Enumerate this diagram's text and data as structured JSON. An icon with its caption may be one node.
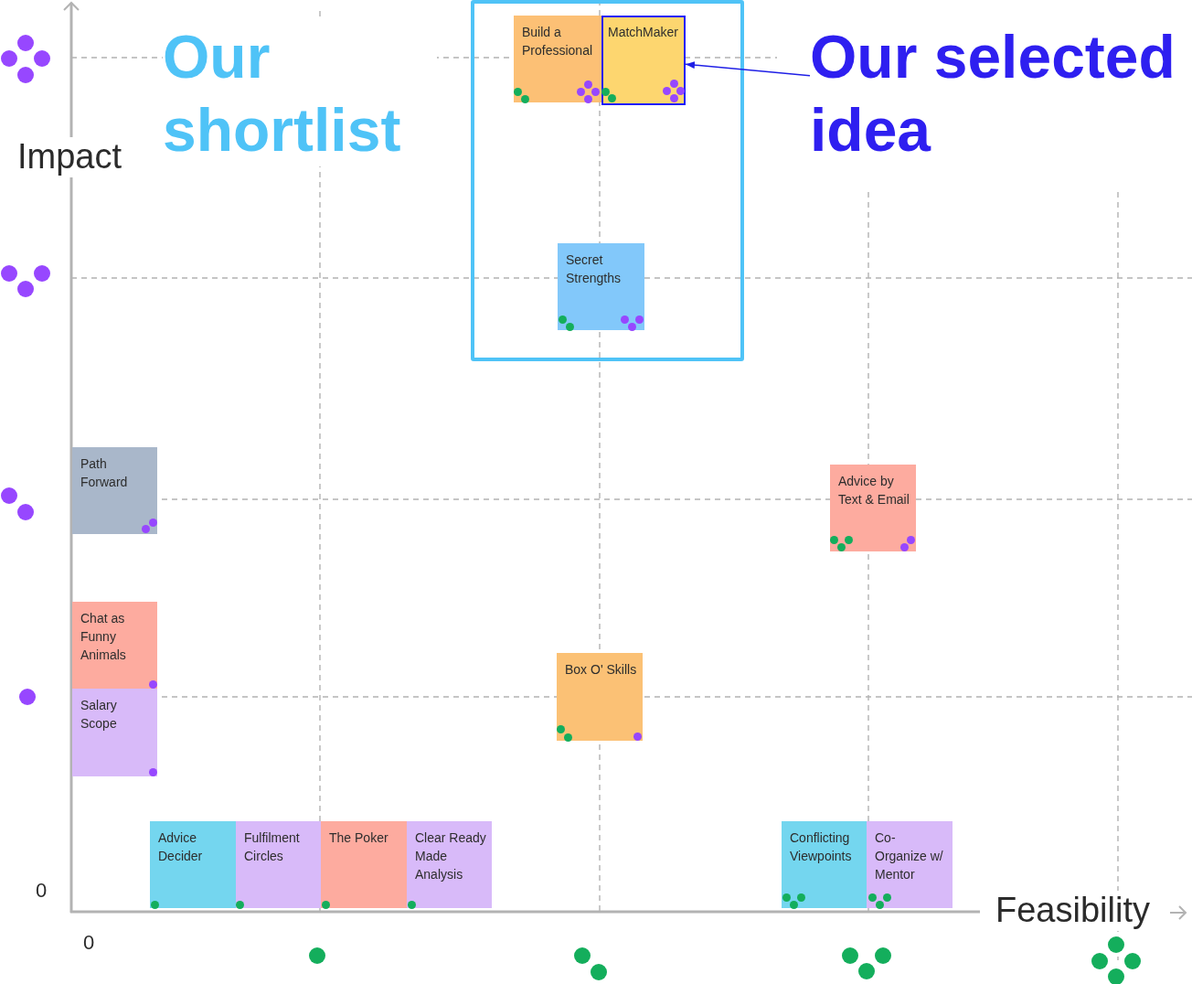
{
  "diagram": {
    "nodes": [
      {
        "text": [],
        "shape": "box",
        "beside": [
          "Our shortlist"
        ]
      },
      {
        "text": [
          "Build a Professional"
        ],
        "in": 0
      },
      {
        "text": [
          "MatchMaker"
        ],
        "in": 0
      },
      {
        "text": [
          "Secret Strengths"
        ],
        "in": 0
      },
      {
        "text": [
          "Our selected idea"
        ]
      },
      {
        "text": [
          "Path Forward"
        ]
      },
      {
        "text": [
          "Advice by Text & Email"
        ]
      },
      {
        "text": [
          "Chat as Funny Animals"
        ]
      },
      {
        "text": [
          "Salary Scope"
        ]
      },
      {
        "text": [
          "Box O' Skills"
        ]
      },
      {
        "text": [
          "Advice Decider"
        ]
      },
      {
        "text": [
          "Fulfilment Circles"
        ]
      },
      {
        "text": [
          "The Poker"
        ]
      },
      {
        "text": [
          "Clear Ready Made Analysis"
        ]
      },
      {
        "text": [
          "Conflicting Viewpoints"
        ]
      },
      {
        "text": [
          "Co-Organize w/ Mentor"
        ]
      }
    ],
    "edges": [
      {
        "from": 4,
        "to": 2,
        "arrow": "to"
      }
    ],
    "labels": [
      "Impact",
      "0",
      "Feasibility",
      "0"
    ]
  }
}
